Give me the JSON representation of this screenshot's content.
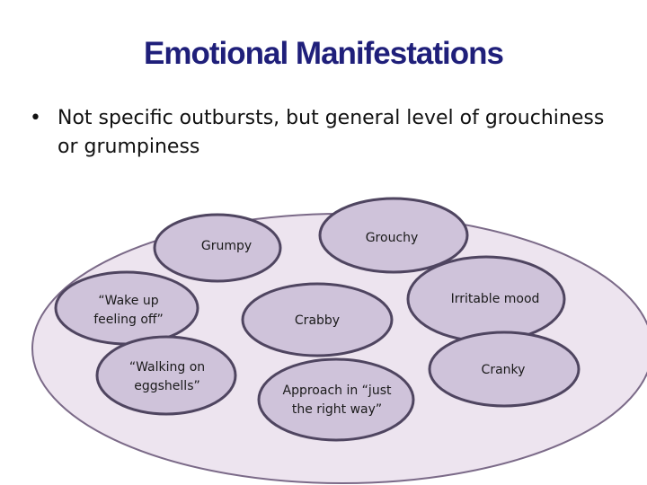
{
  "title": "Emotional Manifestations",
  "bullets": [
    {
      "marker": "•",
      "text": "Not specific outbursts, but general level of grouchiness or grumpiness"
    }
  ],
  "diagram": {
    "nodes": {
      "grumpy": "Grumpy",
      "grouchy": "Grouchy",
      "wake_up_line1": "“Wake up",
      "wake_up_line2": "feeling off”",
      "irritable_mood": "Irritable mood",
      "crabby": "Crabby",
      "walking_line1": "“Walking on",
      "walking_line2": "eggshells”",
      "cranky": "Cranky",
      "approach_line1": "Approach in “just",
      "approach_line2": "the right way”"
    }
  }
}
